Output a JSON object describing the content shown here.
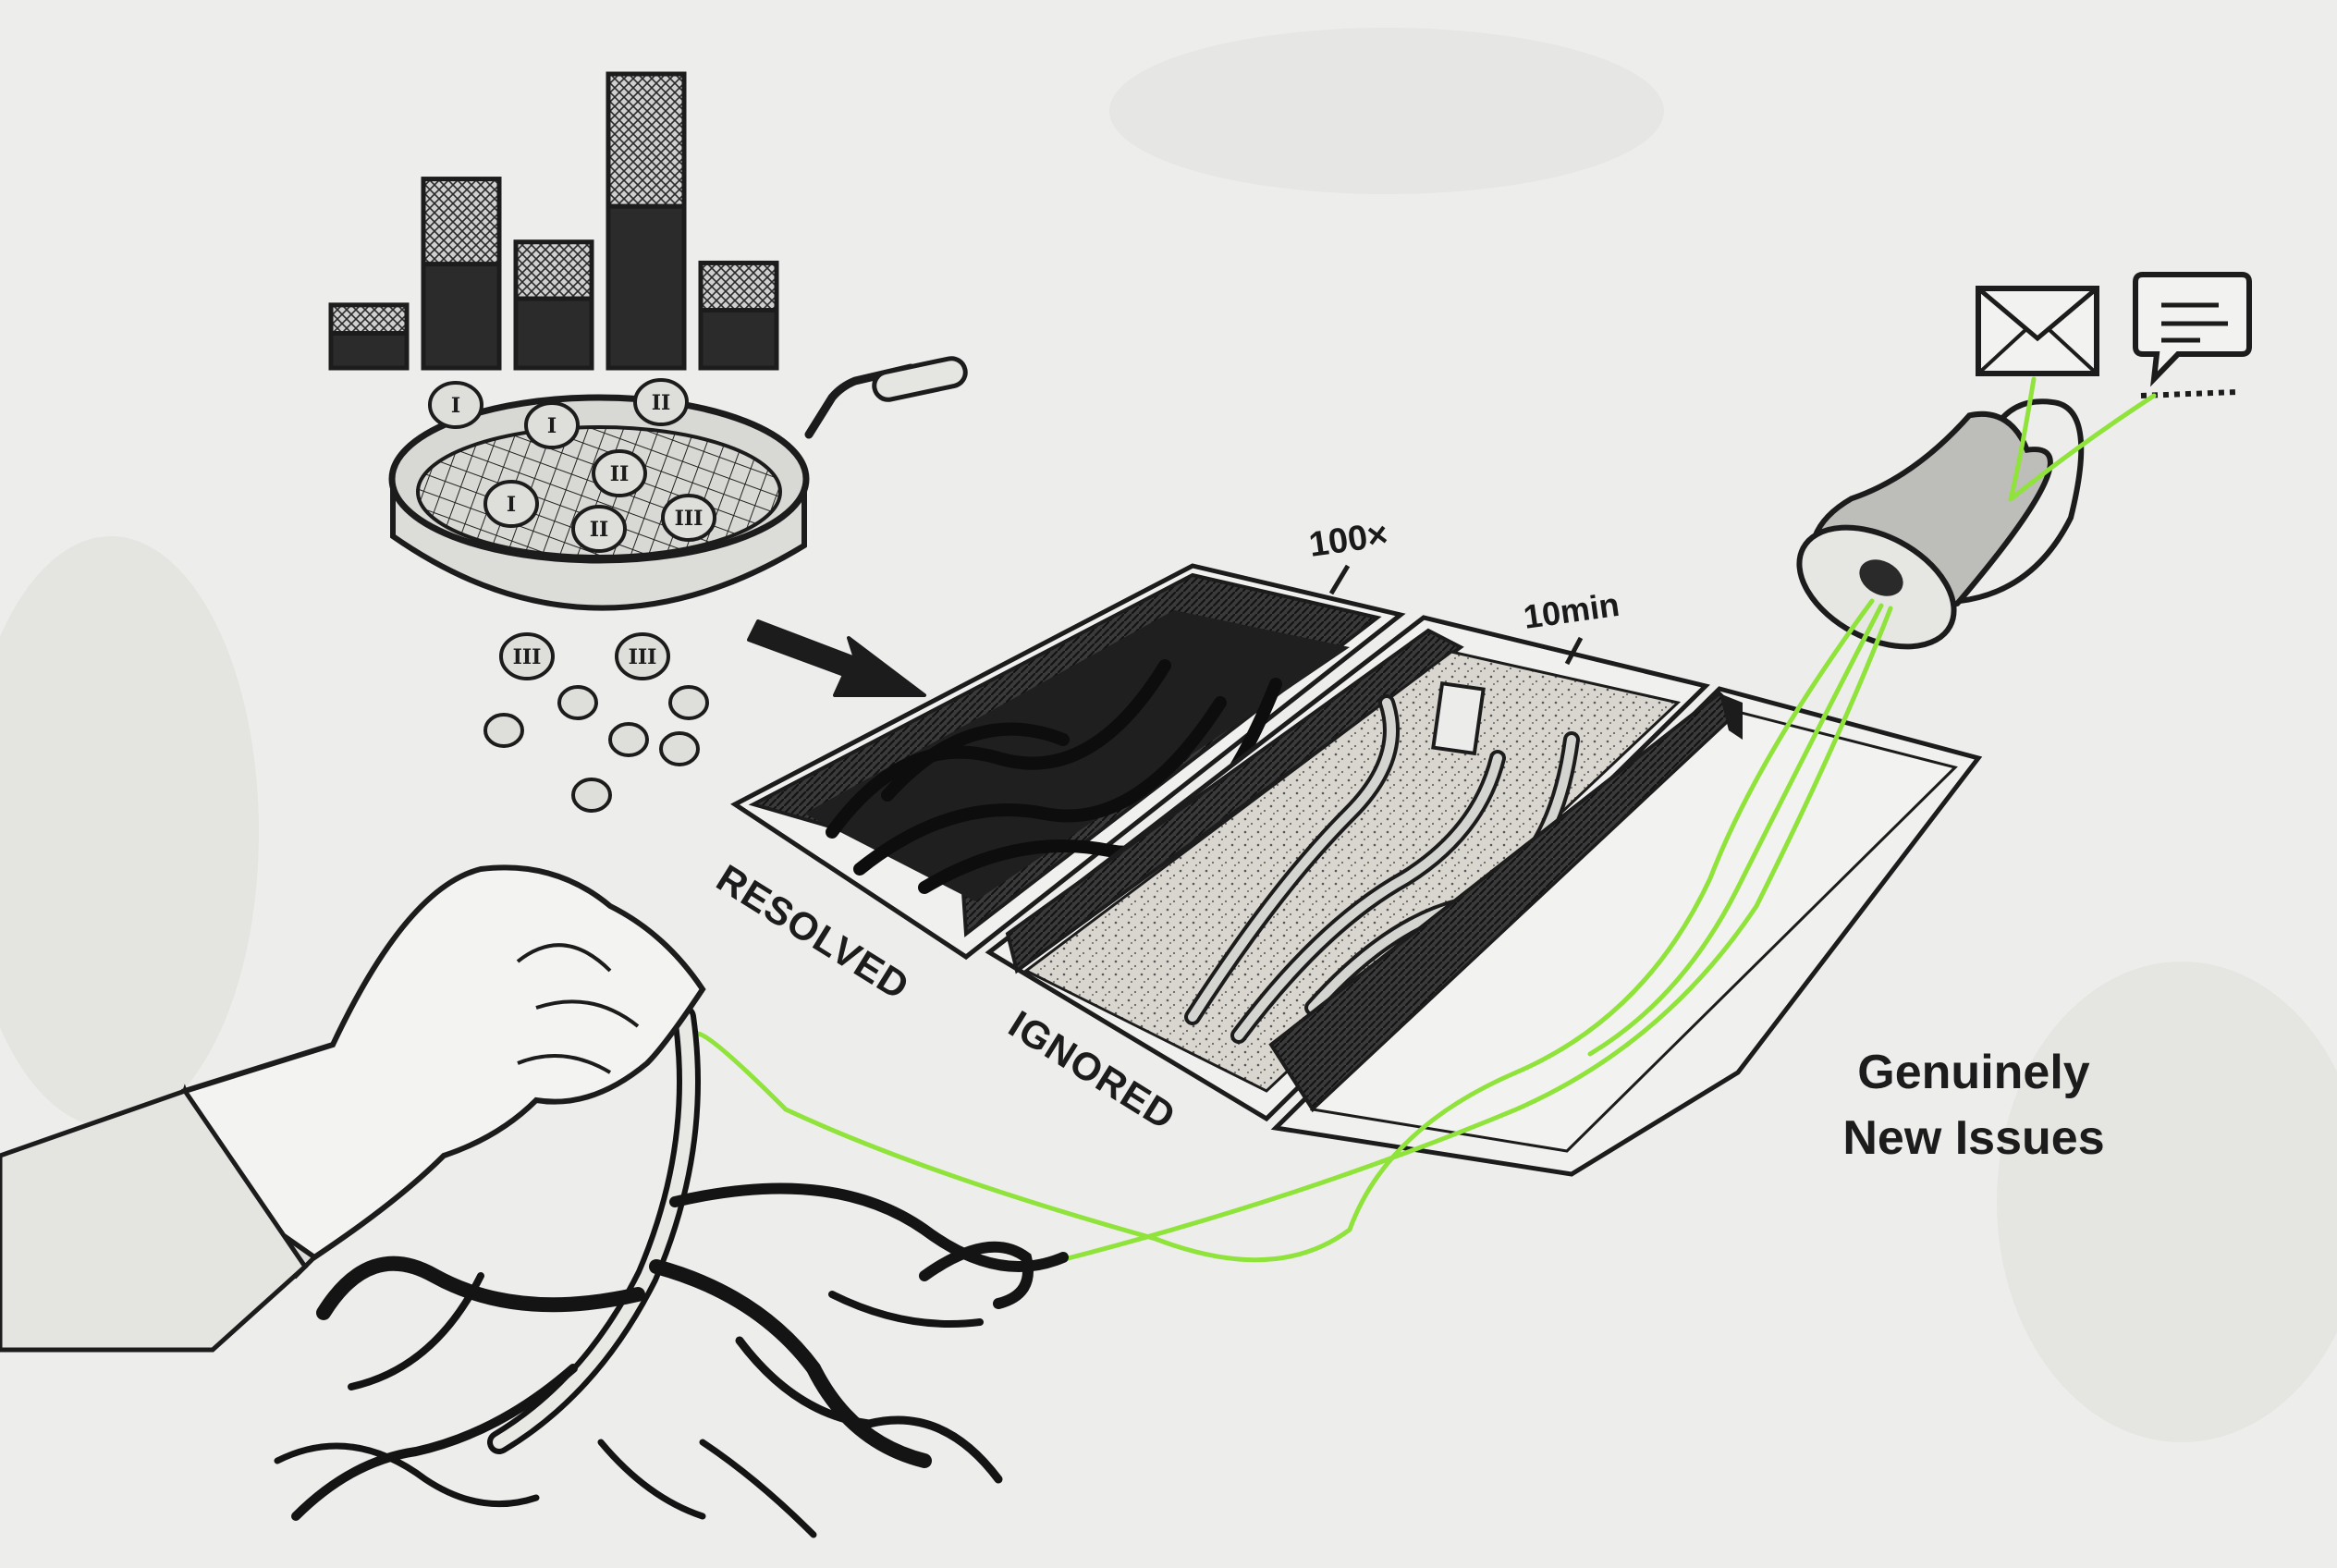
{
  "labels": {
    "resolved": "RESOLVED",
    "ignored": "IGNORED",
    "new_issues_line1": "Genuinely",
    "new_issues_line2": "New Issues",
    "count_threshold": "100×",
    "time_threshold": "10min"
  },
  "bar_chart": {
    "values": [
      3,
      9,
      6,
      14,
      5
    ],
    "max": 14
  },
  "pebble_marks": [
    "I",
    "I",
    "II",
    "I",
    "II",
    "III",
    "II",
    "III",
    "III"
  ],
  "colors": {
    "paper": "#ededeb",
    "ink": "#1c1c1c",
    "highlight": "#8fe33b",
    "trough_dark": "#2b2b2b",
    "sand": "#d7d4cd"
  },
  "icons": [
    "bar-chart-icon",
    "sieve-icon",
    "arrow-icon",
    "hand-icon",
    "weed-roots-icon",
    "bell-icon",
    "envelope-icon",
    "chat-bubble-icon"
  ]
}
